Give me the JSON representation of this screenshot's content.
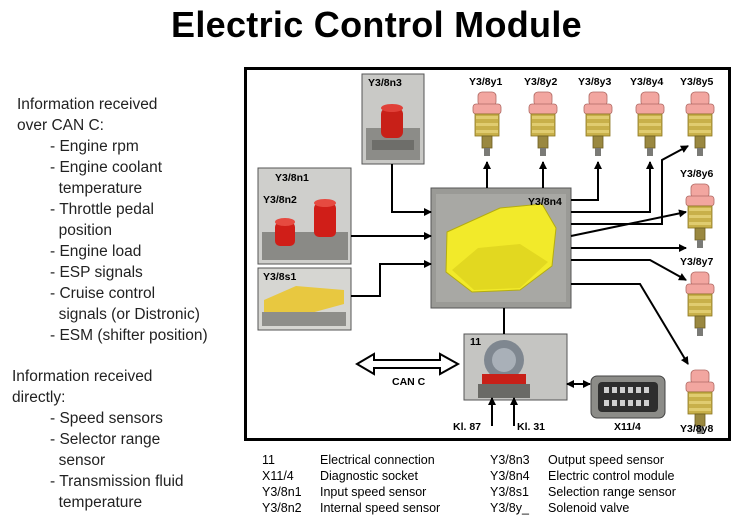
{
  "title": "Electric Control Module",
  "can_c_info": {
    "heading": [
      "Information received",
      "over CAN C:"
    ],
    "items": [
      [
        "- Engine rpm"
      ],
      [
        "- Engine coolant",
        "  temperature"
      ],
      [
        "- Throttle pedal",
        "  position"
      ],
      [
        "- Engine load"
      ],
      [
        "- ESP signals"
      ],
      [
        "- Cruise control",
        "  signals (or Distronic)"
      ],
      [
        "- ESM (shifter position)"
      ]
    ]
  },
  "direct_info": {
    "heading": [
      "Information received",
      "directly:"
    ],
    "items": [
      [
        "- Speed sensors"
      ],
      [
        "- Selector range",
        "  sensor"
      ],
      [
        "- Transmission fluid",
        "  temperature"
      ]
    ]
  },
  "diagram": {
    "labels": {
      "y3_8n3": "Y3/8n3",
      "y3_8n1": "Y3/8n1",
      "y3_8n2": "Y3/8n2",
      "y3_8s1": "Y3/8s1",
      "y3_8n4": "Y3/8n4",
      "connector_11": "11",
      "can_c": "CAN C",
      "kl87": "Kl. 87",
      "kl31": "Kl. 31",
      "x11_4": "X11/4"
    },
    "valves": [
      "Y3/8y1",
      "Y3/8y2",
      "Y3/8y3",
      "Y3/8y4",
      "Y3/8y5",
      "Y3/8y6",
      "Y3/8y7",
      "Y3/8y8"
    ]
  },
  "legend": [
    {
      "code": "11",
      "desc": "Electrical connection"
    },
    {
      "code": "X11/4",
      "desc": "Diagnostic socket"
    },
    {
      "code": "Y3/8n1",
      "desc": "Input speed sensor"
    },
    {
      "code": "Y3/8n2",
      "desc": "Internal speed sensor"
    },
    {
      "code": "Y3/8n3",
      "desc": "Output speed sensor"
    },
    {
      "code": "Y3/8n4",
      "desc": "Electric control module"
    },
    {
      "code": "Y3/8s1",
      "desc": "Selection range sensor"
    },
    {
      "code": "Y3/8y_",
      "desc": "Solenoid valve"
    }
  ],
  "colors": {
    "module_yellow": "#f2ea2a",
    "valve_pink": "#f2a6a0",
    "valve_brass": "#c8b04a",
    "sensor_red": "#d8201a",
    "photo_gray": "#9a9a96"
  }
}
